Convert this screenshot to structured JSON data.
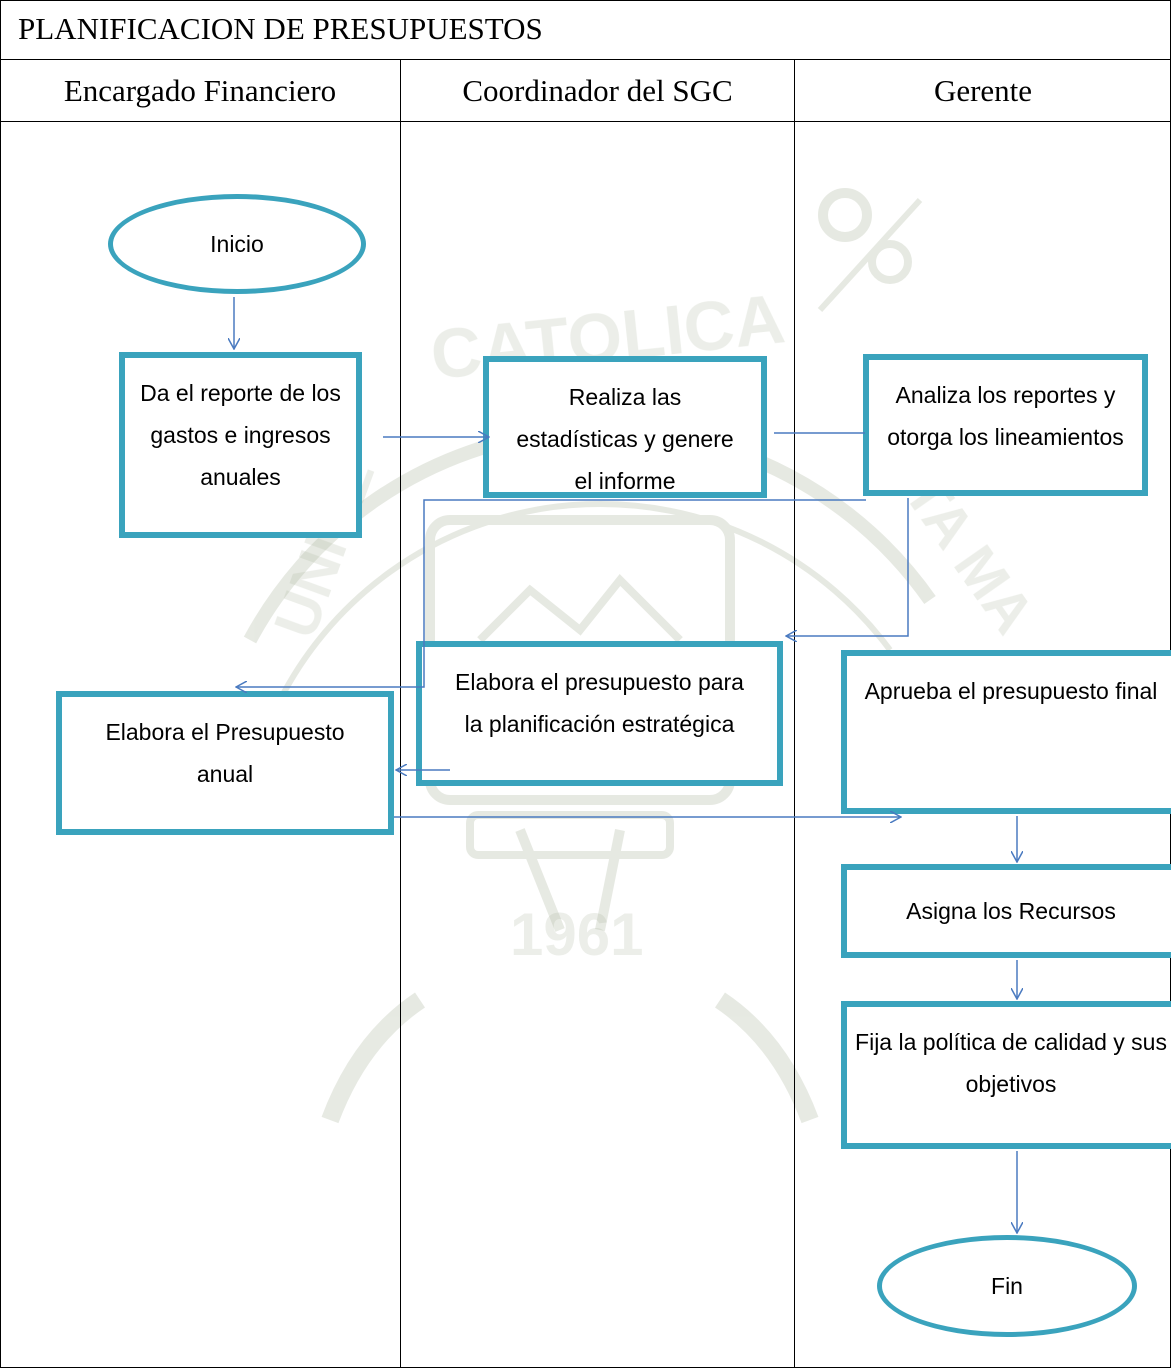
{
  "title": "PLANIFICACION DE PRESUPUESTOS",
  "lanes": [
    "Encargado Financiero",
    "Coordinador del SGC",
    "Gerente"
  ],
  "nodes": {
    "inicio": "Inicio",
    "reporte": "Da el reporte de los gastos e ingresos anuales",
    "estadisticas": "Realiza las estadísticas y genere el informe",
    "analiza": "Analiza los reportes y otorga los lineamientos",
    "elabora_estrategica": "Elabora el presupuesto para la planificación estratégica",
    "elabora_anual": "Elabora el Presupuesto anual",
    "aprueba": "Aprueba el presupuesto final",
    "asigna": "Asigna los Recursos",
    "fija": "Fija la política de calidad y sus objetivos",
    "fin": "Fin"
  },
  "watermark": {
    "ring_text": "UNIVERSIDAD CATOLICA DE SANTA MARIA",
    "year": "1961"
  },
  "colors": {
    "box_border": "#3aa3bd",
    "arrow": "#4a7ac0",
    "watermark": "#a9b39b"
  }
}
